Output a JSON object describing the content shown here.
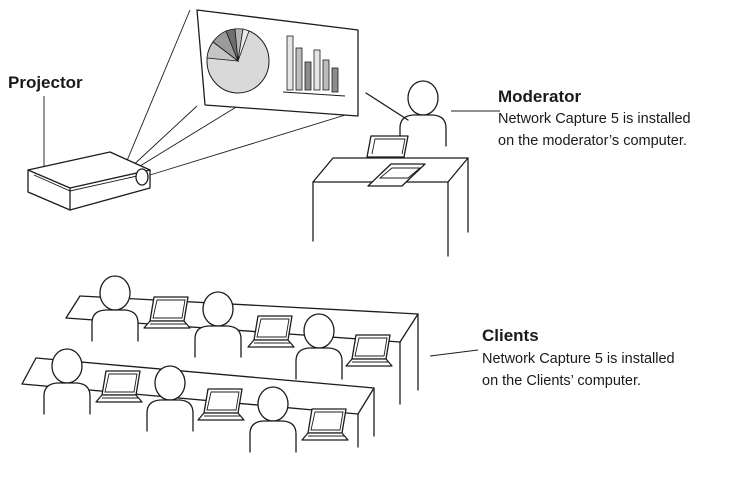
{
  "labels": {
    "projector": "Projector",
    "moderator": {
      "title": "Moderator",
      "line1": "Network Capture 5 is installed",
      "line2": "on the moderator’s computer."
    },
    "clients": {
      "title": "Clients",
      "line1": "Network Capture 5 is installed",
      "line2": "on the Clients’ computer."
    }
  },
  "colors": {
    "line": "#1c1c1c",
    "pie_main": "#d9d9d9",
    "bar_light": "#e6e6e6",
    "bar_mid": "#bdbdbd",
    "bar_dark": "#8c8c8c"
  }
}
